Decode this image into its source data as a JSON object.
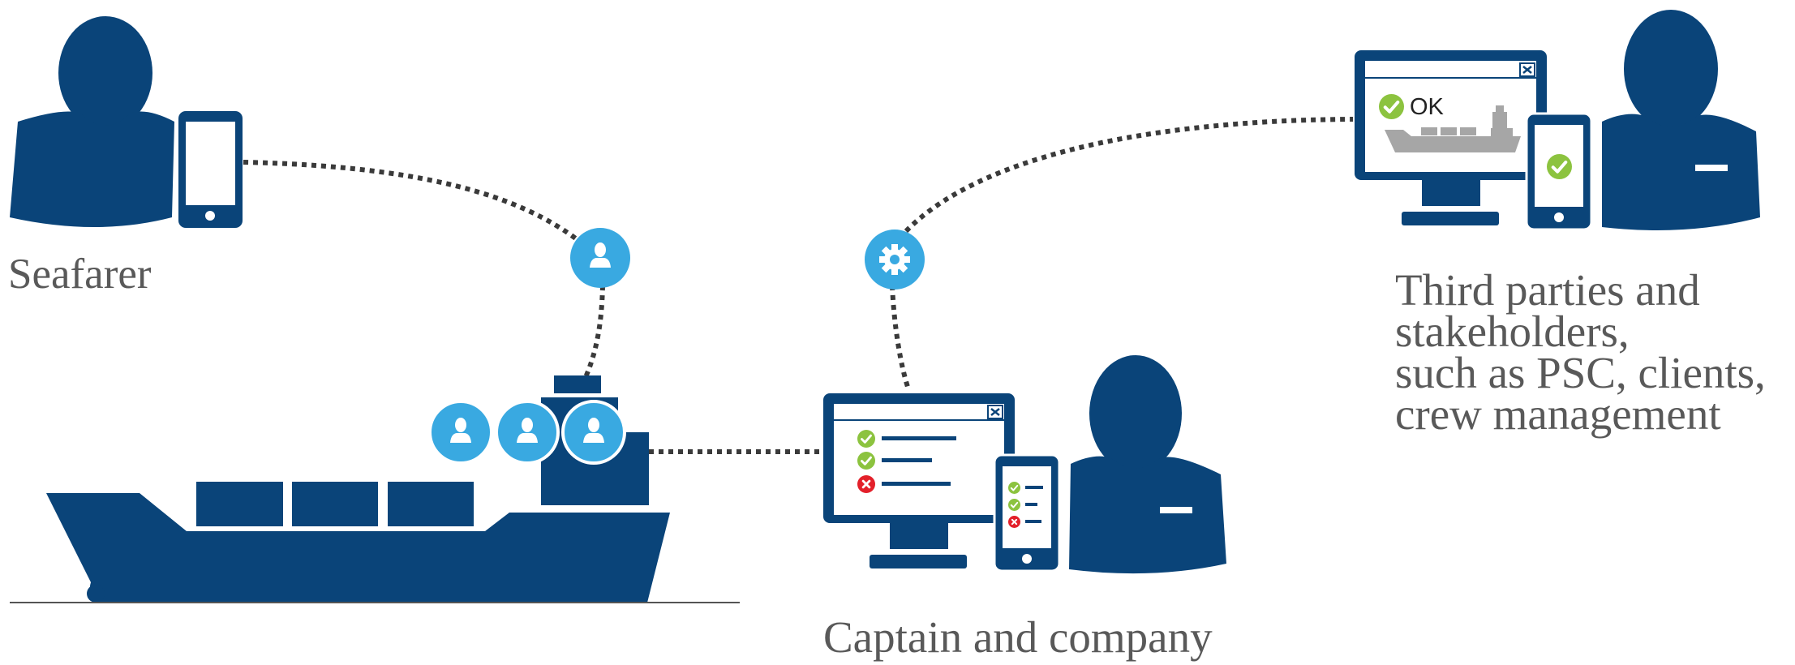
{
  "labels": {
    "seafarer": "Seafarer",
    "captain_company": "Captain and company",
    "third_parties": "Third parties and\nstakeholders,\nsuch as PSC, clients,\ncrew management"
  },
  "monitor_status": "OK",
  "colors": {
    "navy": "#0a4479",
    "light_blue": "#39a9e1",
    "check_green": "#8cc33f",
    "cross_red": "#e3202a",
    "ship_gray": "#a6a6a6",
    "dotted_line": "#3a3a3a",
    "label_gray": "#595959"
  },
  "icons": {
    "seafarer": [
      "person-icon",
      "smartphone-icon"
    ],
    "link_nodes": [
      "user-node-icon",
      "gear-node-icon"
    ],
    "ship_crew": [
      "user-icon",
      "user-icon",
      "user-icon"
    ],
    "captain": [
      "monitor-checklist-icon",
      "smartphone-checklist-icon",
      "person-with-badge-icon"
    ],
    "third_party": [
      "monitor-ok-icon",
      "smartphone-check-icon",
      "person-with-badge-icon"
    ]
  }
}
